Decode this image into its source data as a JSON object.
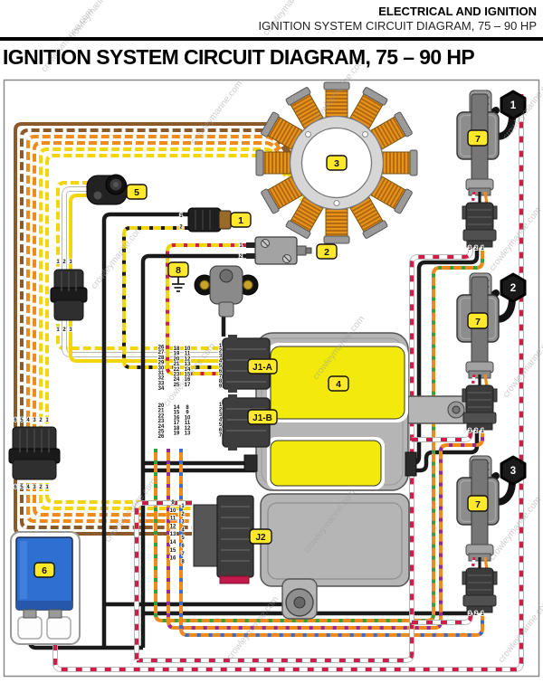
{
  "header": {
    "eyebrow": "ELECTRICAL AND IGNITION",
    "subtitle": "IGNITION SYSTEM CIRCUIT DIAGRAM, 75 – 90 HP",
    "title": "IGNITION SYSTEM CIRCUIT DIAGRAM, 75 – 90 HP"
  },
  "watermark": "crowleymarine.com",
  "callouts": {
    "c1": "1",
    "c2": "2",
    "c3": "3",
    "c4": "4",
    "c5": "5",
    "c6": "6",
    "c8": "8"
  },
  "connectors": {
    "j1a": "J1-A",
    "j1b": "J1-B",
    "j2": "J2"
  },
  "coils": [
    {
      "label": "7",
      "cylinder": "1"
    },
    {
      "label": "7",
      "cylinder": "2"
    },
    {
      "label": "7",
      "cylinder": "3"
    }
  ],
  "pins": {
    "j1a": {
      "col1": [
        "26",
        "27",
        "28",
        "29",
        "30",
        "31",
        "32",
        "33",
        "34"
      ],
      "col2": [
        "18",
        "19",
        "20",
        "21",
        "22",
        "23",
        "24",
        "25"
      ],
      "col3": [
        "10",
        "11",
        "12",
        "13",
        "14",
        "15",
        "16",
        "17"
      ],
      "col4": [
        "1",
        "2",
        "3",
        "4",
        "5",
        "6",
        "7",
        "8",
        "9"
      ]
    },
    "j1b": {
      "col1": [
        "20",
        "21",
        "22",
        "23",
        "24",
        "25",
        "26"
      ],
      "col2": [
        "14",
        "15",
        "16",
        "17",
        "18",
        "19"
      ],
      "col3": [
        "8",
        "9",
        "10",
        "11",
        "12",
        "13"
      ],
      "col4": [
        "1",
        "2",
        "3",
        "4",
        "5",
        "6",
        "7"
      ]
    },
    "j2": {
      "colA": [
        "9",
        "10",
        "11",
        "12",
        "13",
        "14",
        "15",
        "16"
      ],
      "colB": [
        "1",
        "2",
        "3",
        "4",
        "5",
        "6",
        "7",
        "8"
      ]
    },
    "inline3": [
      "1",
      "2",
      "3"
    ],
    "inline6": [
      "6",
      "5",
      "4",
      "3",
      "2",
      "1"
    ],
    "item1": [
      "1",
      "2"
    ],
    "item2": [
      "1",
      "2"
    ],
    "coil": [
      "3",
      "2",
      "1"
    ]
  },
  "colors": {
    "yellow": "#F2D50A",
    "orange": "#EF8A1C",
    "brown": "#8B5A2B",
    "black": "#1A1A1A",
    "white": "#FFFFFF",
    "red": "#D01C48",
    "green": "#2FA43C",
    "blue": "#3A6BCF",
    "purple": "#97289B",
    "wireOutline": "#AFAFAF",
    "calloutBg": "#FFE92A",
    "panelYellow": "#F2EA0A",
    "ecmGray": "#B5B5B5",
    "powerpackBlue": "#2E6FD2",
    "crimson": "#C2184A",
    "coilCopper": "#E8921C"
  }
}
